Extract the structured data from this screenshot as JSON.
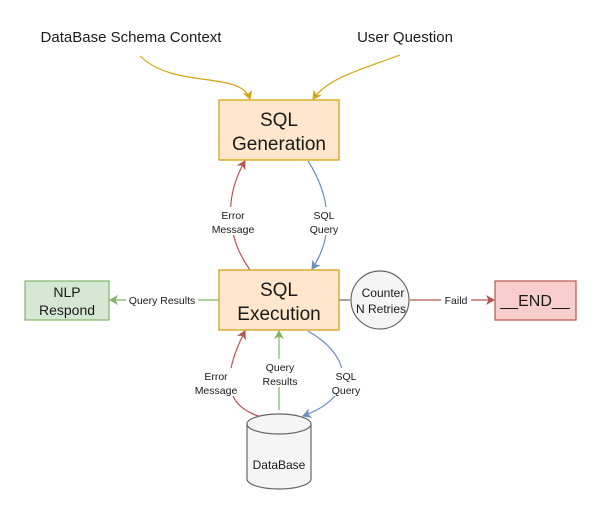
{
  "inputs": {
    "schema_context": "DataBase Schema Context",
    "user_question": "User Question"
  },
  "nodes": {
    "sql_generation": {
      "line1": "SQL",
      "line2": "Generation"
    },
    "sql_execution": {
      "line1": "SQL",
      "line2": "Execution"
    },
    "nlp_respond": {
      "line1": "NLP",
      "line2": "Respond"
    },
    "counter": {
      "line1": "Counter",
      "line2": "N Retries"
    },
    "end": {
      "label": "__END__"
    },
    "database": {
      "label": "DataBase"
    }
  },
  "edges": {
    "gen_error": {
      "line1": "Error",
      "line2": "Message"
    },
    "gen_query": {
      "line1": "SQL",
      "line2": "Query"
    },
    "query_results_out": {
      "label": "Query Results"
    },
    "faild": {
      "label": "Faild"
    },
    "db_error": {
      "line1": "Error",
      "line2": "Message"
    },
    "db_results": {
      "line1": "Query",
      "line2": "Results"
    },
    "db_query": {
      "line1": "SQL",
      "line2": "Query"
    }
  },
  "colors": {
    "orange_fill": "#ffe6cc",
    "orange_stroke": "#d79b00",
    "green_fill": "#d5e8d4",
    "green_stroke": "#82b366",
    "red_fill": "#f8cecc",
    "red_stroke": "#b85450",
    "gray_fill": "#f5f5f5",
    "gray_stroke": "#666666",
    "gold_arrow": "#d6a410",
    "red_arrow": "#b85450",
    "blue_arrow": "#6c8ebf",
    "green_arrow": "#82b366"
  }
}
